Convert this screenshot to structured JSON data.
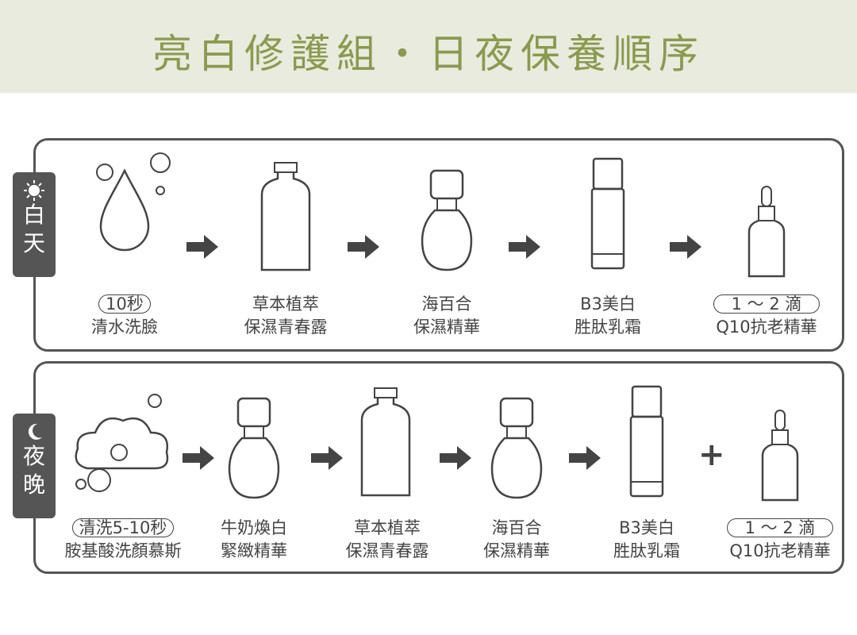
{
  "title": "亮白修護組・日夜保養順序",
  "day": {
    "tab": [
      "白",
      "天"
    ],
    "icon": "sun-icon",
    "steps": [
      {
        "pill": "10秒",
        "l1": "",
        "l2": "清水洗臉",
        "icon": "water-drop-icon"
      },
      {
        "pill": "",
        "l1": "草本植萃",
        "l2": "保濕青春露",
        "icon": "toner-bottle-icon"
      },
      {
        "pill": "",
        "l1": "海百合",
        "l2": "保濕精華",
        "icon": "pump-bottle-icon"
      },
      {
        "pill": "",
        "l1": "B3美白",
        "l2": "胜肽乳霜",
        "icon": "airless-bottle-icon"
      },
      {
        "pill": "1 ～ 2 滴",
        "l1": "",
        "l2": "Q10抗老精華",
        "icon": "dropper-bottle-icon"
      }
    ]
  },
  "night": {
    "tab": [
      "夜",
      "晚"
    ],
    "icon": "moon-icon",
    "steps": [
      {
        "pill": "清洗5-10秒",
        "l1": "",
        "l2": "胺基酸洗顏慕斯",
        "icon": "foam-icon"
      },
      {
        "pill": "",
        "l1": "牛奶煥白",
        "l2": "緊緻精華",
        "icon": "pump-bottle-icon"
      },
      {
        "pill": "",
        "l1": "草本植萃",
        "l2": "保濕青春露",
        "icon": "toner-bottle-icon"
      },
      {
        "pill": "",
        "l1": "海百合",
        "l2": "保濕精華",
        "icon": "pump-bottle-icon"
      },
      {
        "pill": "",
        "l1": "B3美白",
        "l2": "胜肽乳霜",
        "icon": "airless-bottle-icon"
      },
      {
        "pill": "1 ～ 2 滴",
        "l1": "",
        "l2": "Q10抗老精華",
        "icon": "dropper-bottle-icon"
      }
    ],
    "plus": "+"
  }
}
